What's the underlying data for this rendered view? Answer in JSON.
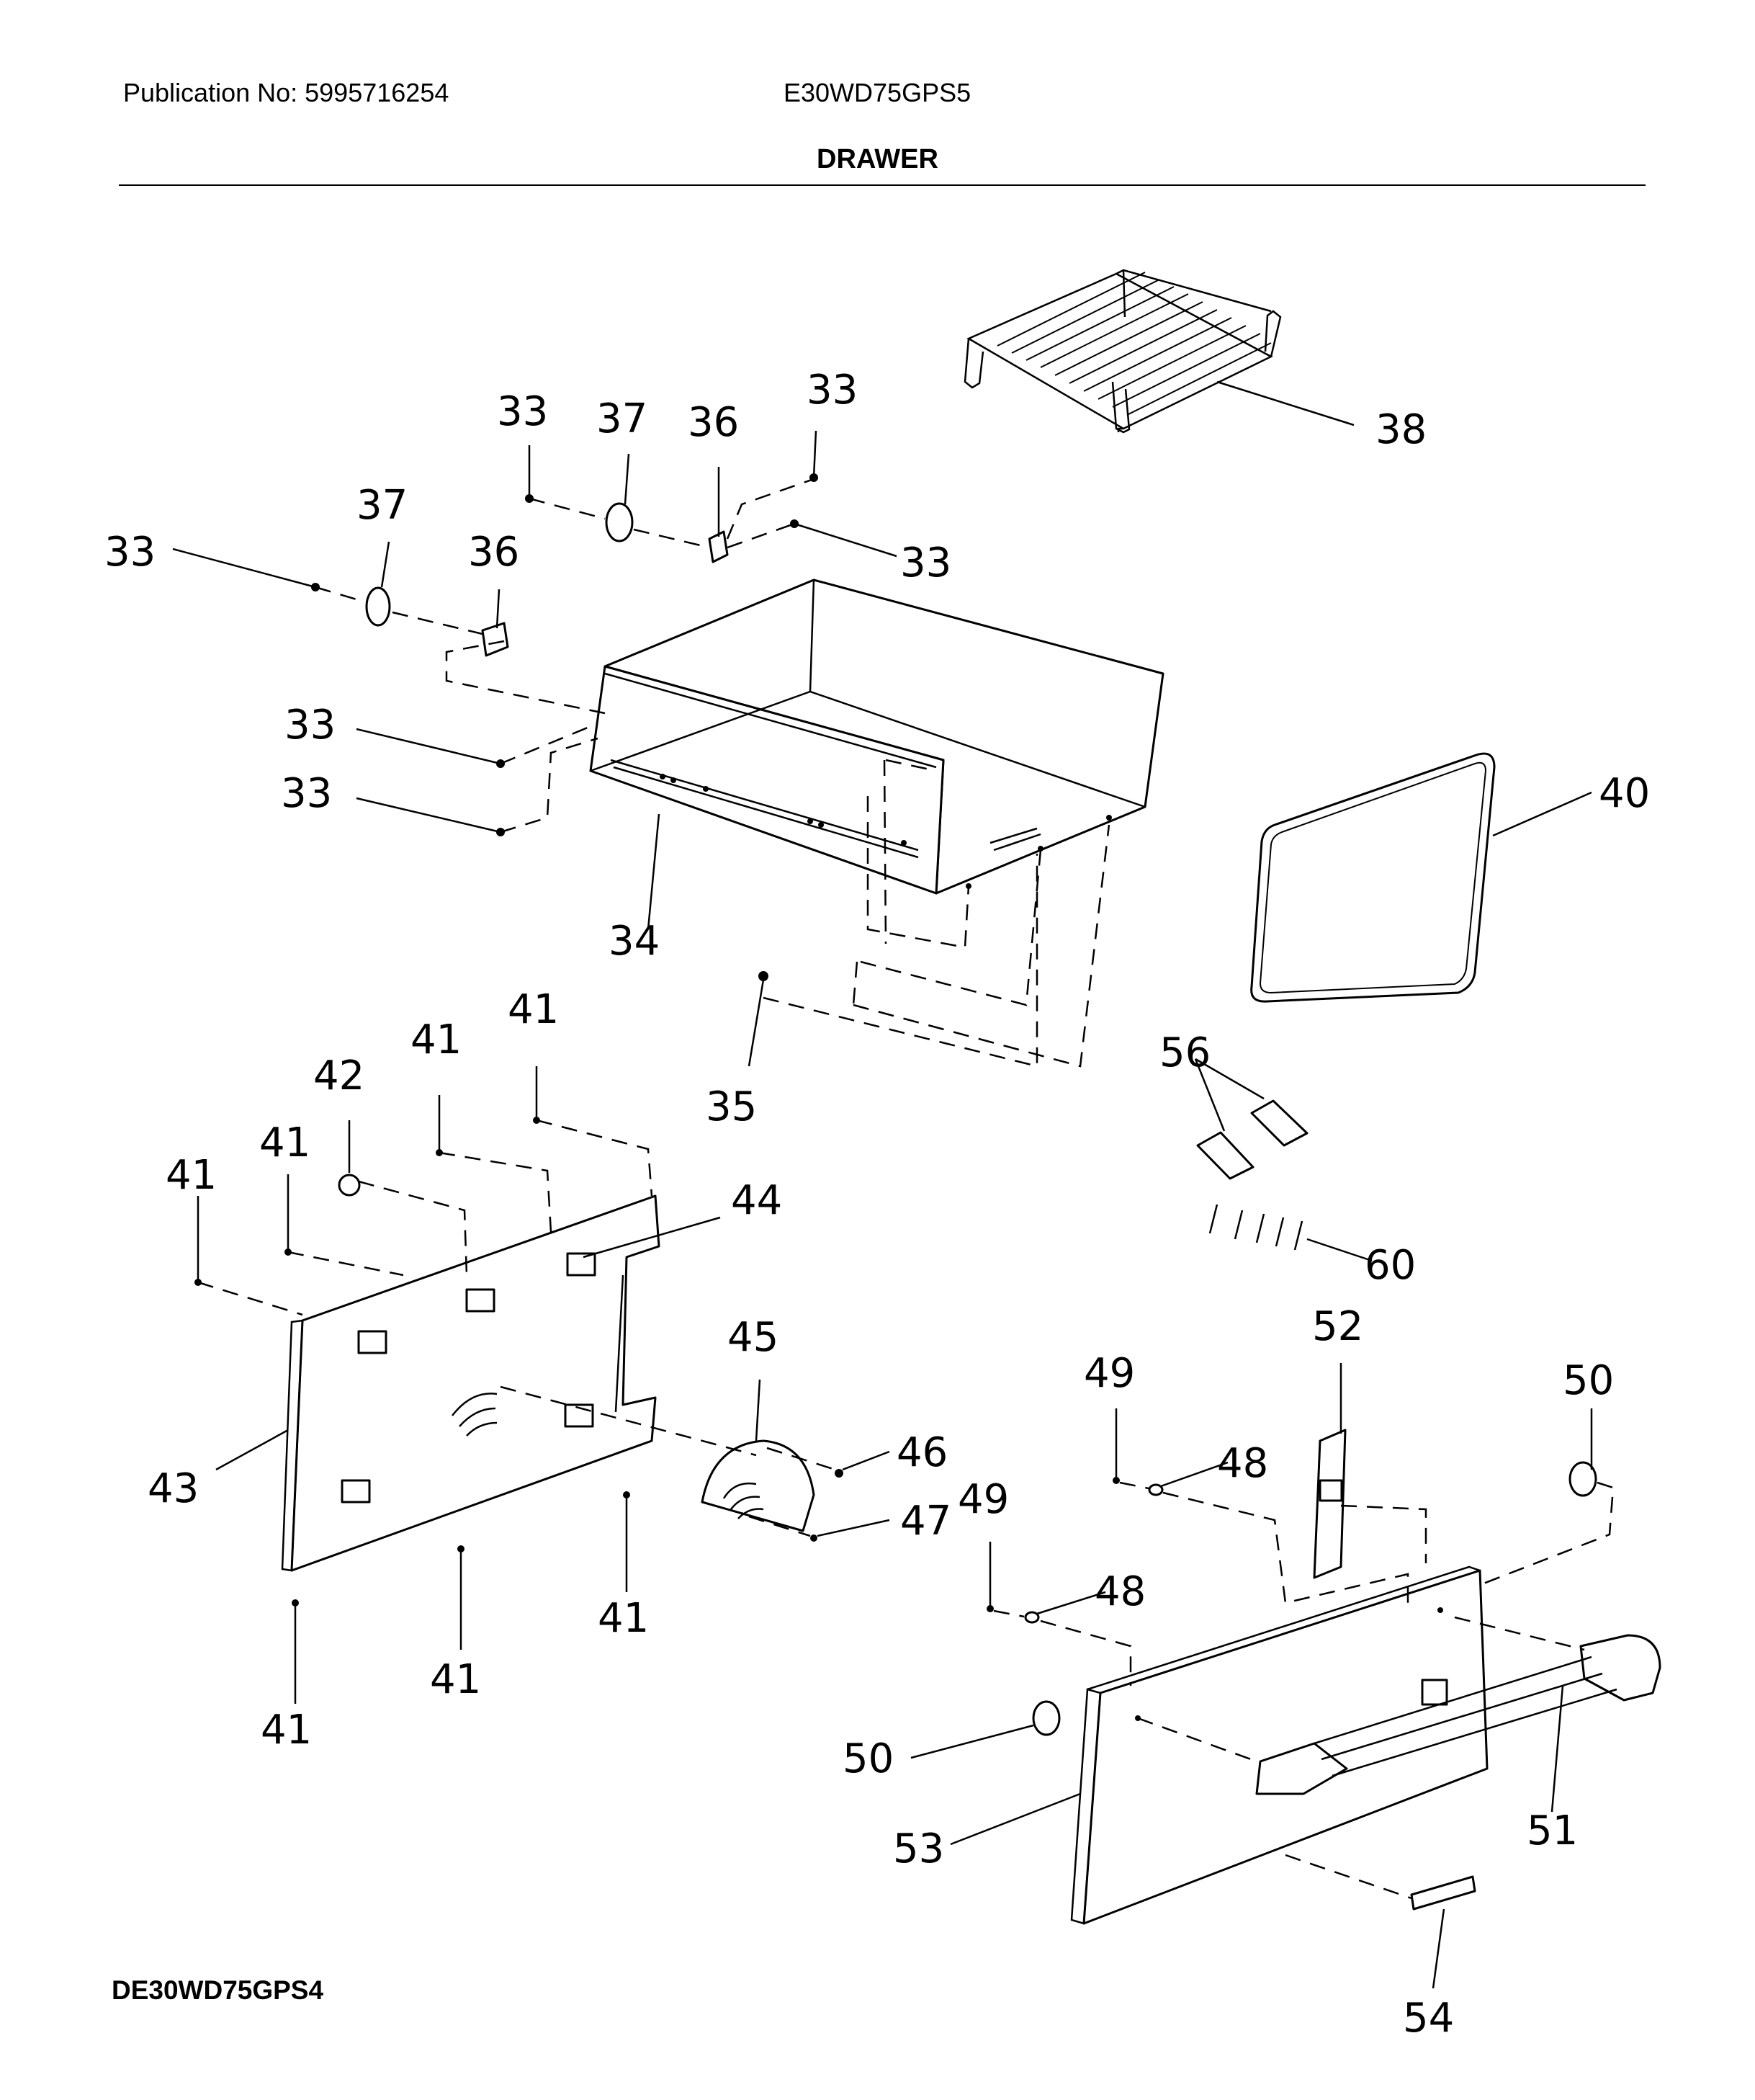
{
  "header": {
    "publication": "Publication No: 5995716254",
    "model": "E30WD75GPS5",
    "section_title": "DRAWER"
  },
  "footer": {
    "code": "DE30WD75GPS4"
  },
  "callouts": {
    "c33a": "33",
    "c33b": "33",
    "c33c": "33",
    "c33d": "33",
    "c33e": "33",
    "c33f": "33",
    "c34": "34",
    "c35": "35",
    "c36a": "36",
    "c36b": "36",
    "c37a": "37",
    "c37b": "37",
    "c38": "38",
    "c40": "40",
    "c41a": "41",
    "c41b": "41",
    "c41c": "41",
    "c41d": "41",
    "c41e": "41",
    "c41f": "41",
    "c41g": "41",
    "c42": "42",
    "c43": "43",
    "c44": "44",
    "c45": "45",
    "c46": "46",
    "c47": "47",
    "c48a": "48",
    "c48b": "48",
    "c49a": "49",
    "c49b": "49",
    "c50a": "50",
    "c50b": "50",
    "c51": "51",
    "c52": "52",
    "c53": "53",
    "c54": "54",
    "c56": "56",
    "c60": "60"
  }
}
